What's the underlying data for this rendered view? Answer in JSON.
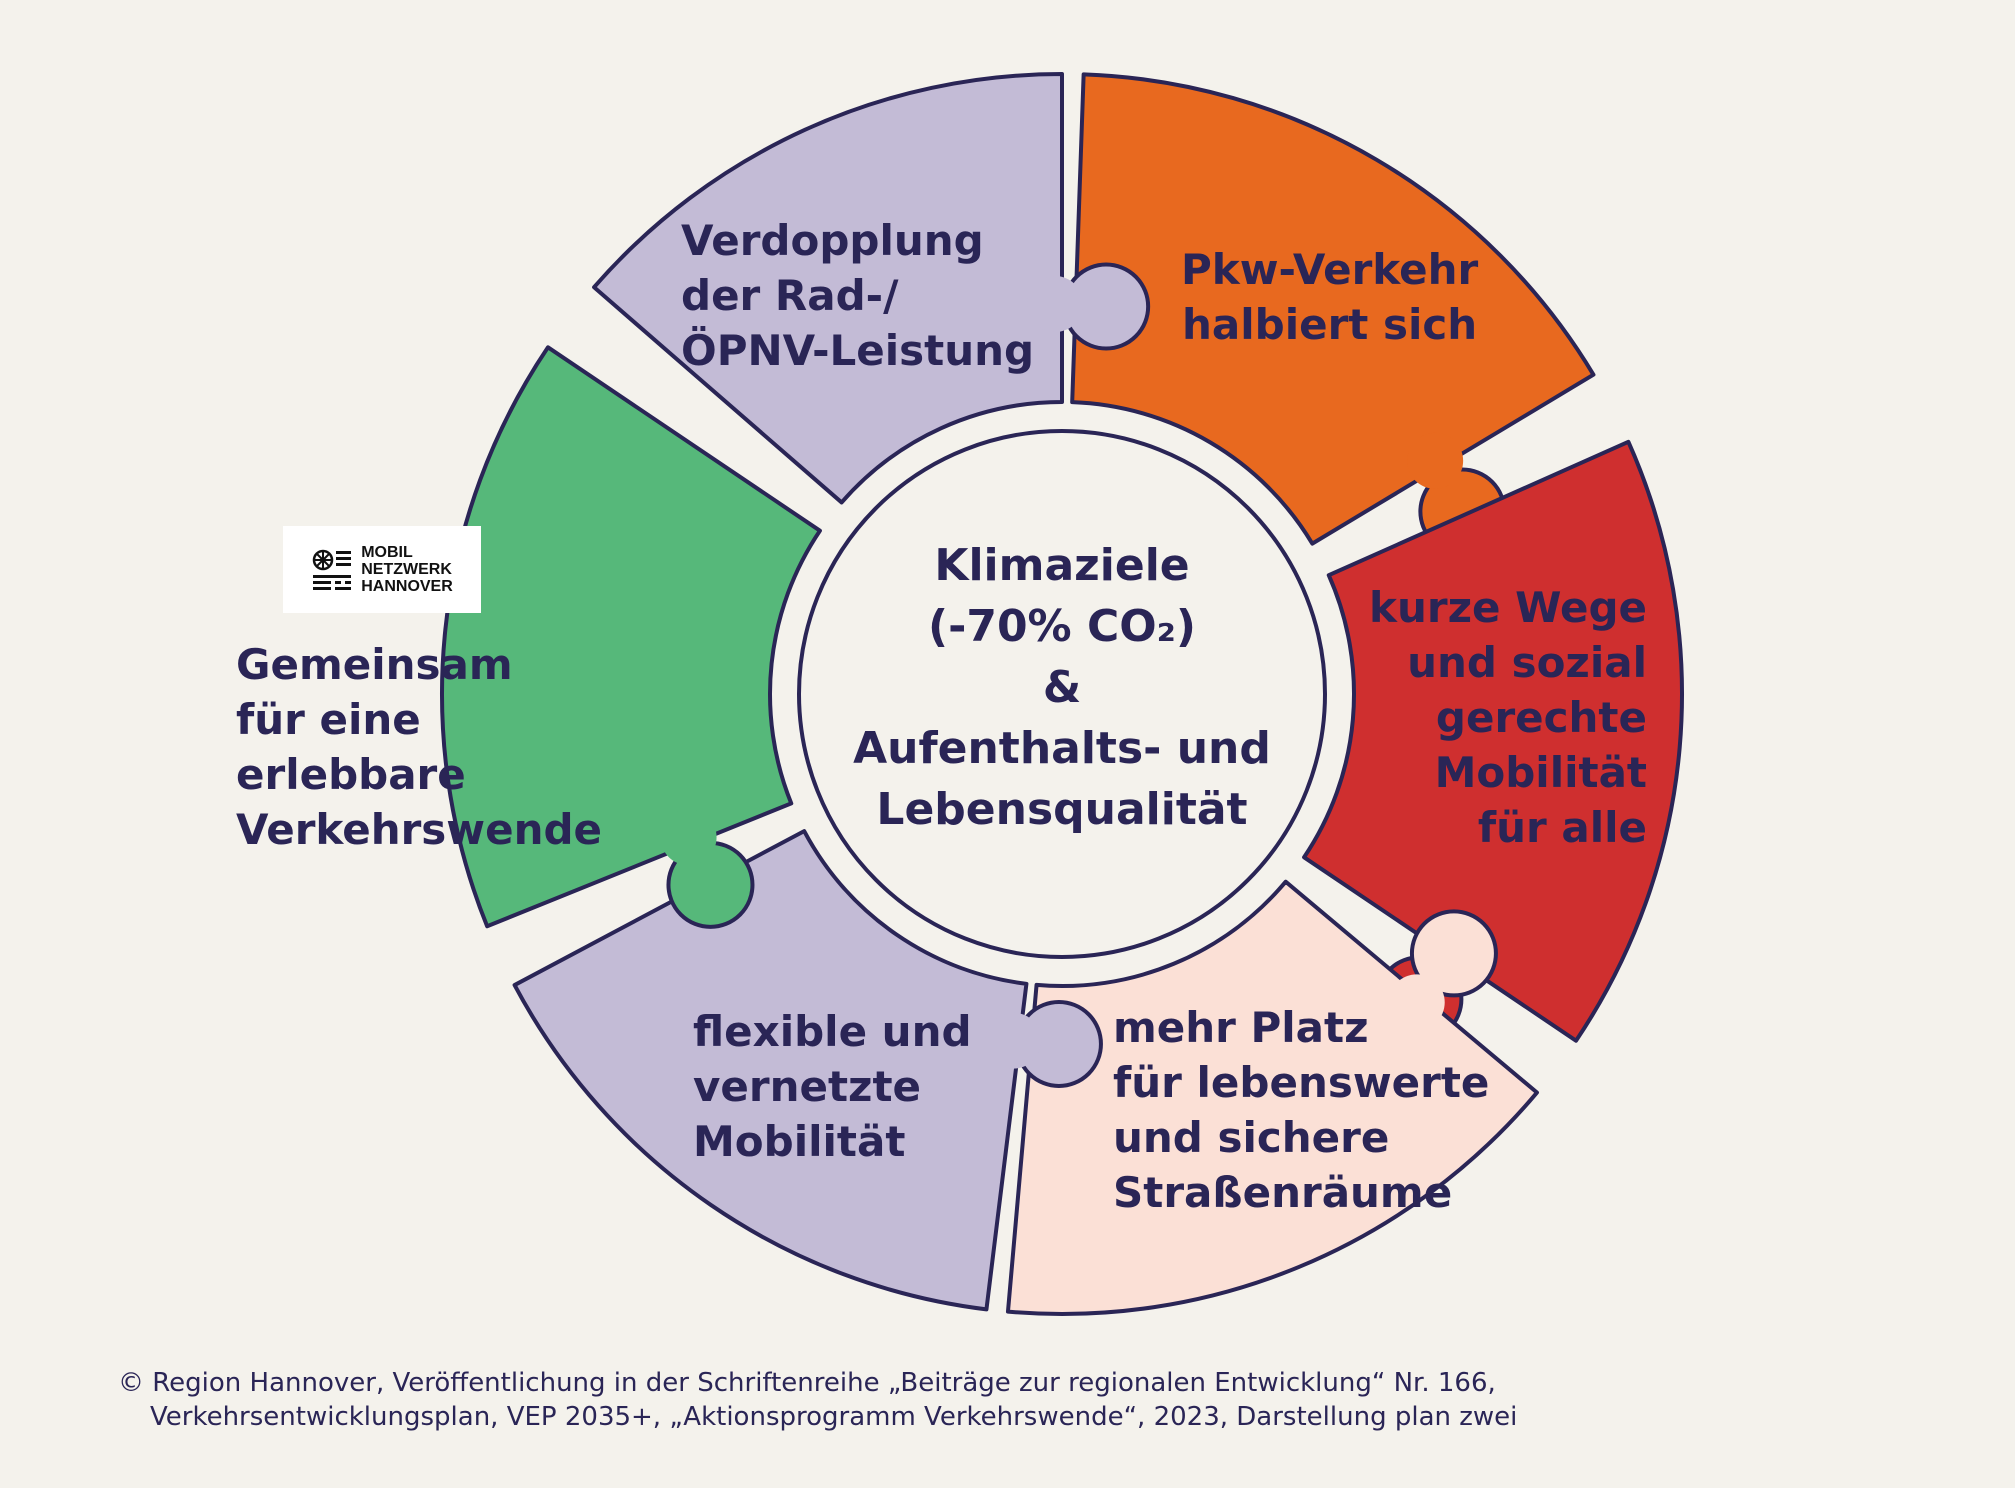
{
  "center": {
    "line1": "Klimaziele",
    "line2": "(-70% CO₂)",
    "line3": "&",
    "line4": "Aufenthalts- und",
    "line5": "Lebensqualität"
  },
  "pieces": [
    {
      "id": "pkw",
      "color": "#e8691f",
      "lines": [
        "Pkw-Verkehr",
        "halbiert sich"
      ]
    },
    {
      "id": "kurze-wege",
      "color": "#cf2f2f",
      "lines": [
        "kurze Wege",
        "und sozial",
        "gerechte",
        "Mobilität",
        "für alle"
      ]
    },
    {
      "id": "mehr-platz",
      "color": "#fbe0d6",
      "lines": [
        "mehr Platz",
        "für lebenswerte",
        "und sichere",
        "Straßenräume"
      ]
    },
    {
      "id": "flexibel",
      "color": "#c3bbd6",
      "lines": [
        "flexible und",
        "vernetzte",
        "Mobilität"
      ]
    },
    {
      "id": "gemeinsam",
      "color": "#56b87a",
      "lines": [
        "Gemeinsam",
        "für eine",
        "erlebbare",
        "Verkehrswende"
      ]
    },
    {
      "id": "verdopplung",
      "color": "#c3bbd6",
      "lines": [
        "Verdopplung",
        "der Rad-/",
        "ÖPNV-Leistung"
      ]
    }
  ],
  "logo": {
    "line1": "MOBIL",
    "line2": "NETZWERK",
    "line3": "HANNOVER"
  },
  "footer": {
    "line1": "© Region Hannover, Veröffentlichung in der Schriftenreihe „Beiträge zur regionalen Entwicklung“ Nr. 166,",
    "line2": "Verkehrsentwicklungsplan, VEP 2035+, „Aktionsprogramm Verkehrswende“, 2023, Darstellung plan zwei"
  },
  "colors": {
    "outline": "#2a2556",
    "background": "#f4f2ec",
    "circle_fill": "#f4f2ec"
  }
}
